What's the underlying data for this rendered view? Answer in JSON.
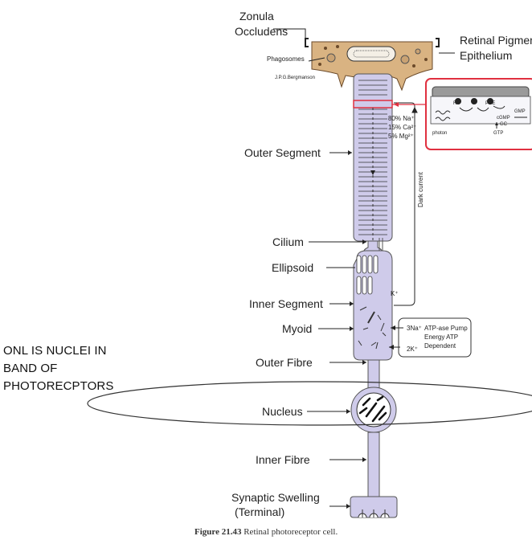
{
  "labels": {
    "zonula_line1": "Zonula",
    "zonula_line2": "Occludens",
    "rpe_line1": "Retinal Pigment",
    "rpe_line2": "Epithelium",
    "phagosomes": "Phagosomes",
    "artist": "J.P.G.Bergmanson",
    "outer_segment": "Outer Segment",
    "cilium": "Cilium",
    "ellipsoid": "Ellipsoid",
    "inner_segment": "Inner Segment",
    "myoid": "Myoid",
    "outer_fibre": "Outer Fibre",
    "nucleus": "Nucleus",
    "inner_fibre": "Inner Fibre",
    "synaptic_line1": "Synaptic Swelling",
    "synaptic_line2": "(Terminal)"
  },
  "ions": {
    "na": "80% Na⁺",
    "ca": "15% Ca²⁺",
    "mg": "5% Mg²⁺",
    "k": "K⁺",
    "dark_current": "Dark current"
  },
  "pump": {
    "in_label": "3Na⁺",
    "out_label": "2K⁺",
    "line1": "ATP-ase Pump",
    "line2": "Energy ATP",
    "line3": "Dependent"
  },
  "inset": {
    "rh": "Rh",
    "t": "T",
    "pde": "PDE",
    "cgmp": "cGMP",
    "gmp": "GMP",
    "gc": "GC",
    "gtp": "GTP",
    "photon": "photon"
  },
  "annotation": {
    "line1": "ONL IS NUCLEI IN",
    "line2": "BAND OF",
    "line3": "PHOTORECPTORS"
  },
  "caption": {
    "figure": "Figure 21.43",
    "text": "Retinal photoreceptor cell."
  },
  "colors": {
    "cell_fill": "#cfcbea",
    "rpe_fill": "#d9b382",
    "highlight": "#e03040",
    "inset_bar": "#9a9a9a"
  }
}
